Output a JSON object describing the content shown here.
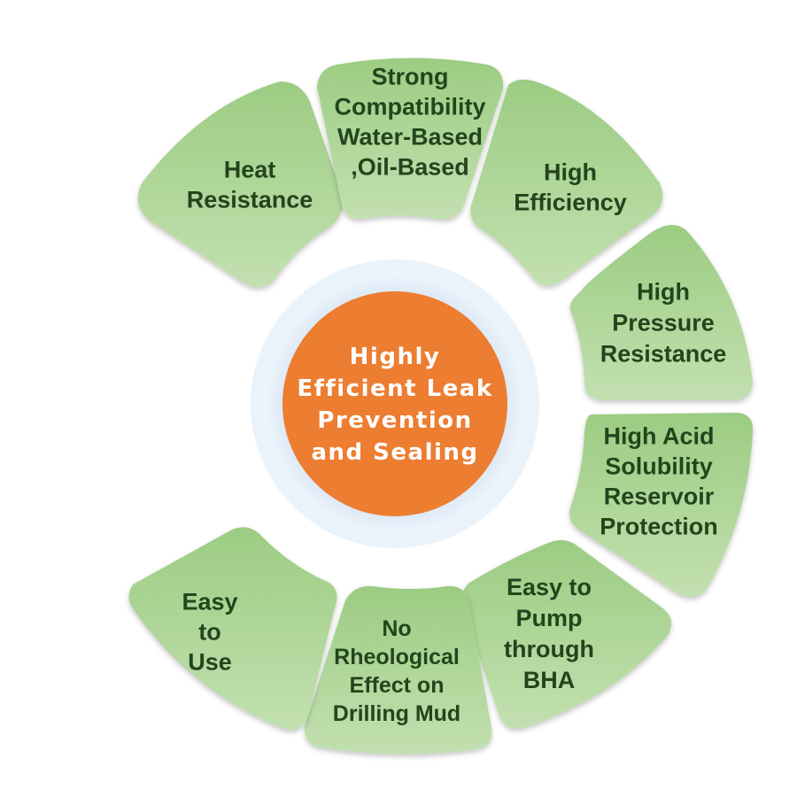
{
  "center": {
    "lines": [
      "Highly",
      "Efficient Leak",
      "Prevention",
      "and Sealing"
    ]
  },
  "features": [
    {
      "id": "heat-resistance",
      "lines": [
        "Heat",
        "Resistance"
      ]
    },
    {
      "id": "strong-compatibility",
      "lines": [
        "Strong",
        "Compatibility",
        "Water-Based",
        ",Oil-Based"
      ]
    },
    {
      "id": "high-efficiency",
      "lines": [
        "High",
        "Efficiency"
      ]
    },
    {
      "id": "high-pressure-resistance",
      "lines": [
        "High",
        "Pressure",
        "Resistance"
      ]
    },
    {
      "id": "high-acid-solubility",
      "lines": [
        "High Acid",
        "Solubility",
        "Reservoir",
        "Protection"
      ]
    },
    {
      "id": "easy-to-pump",
      "lines": [
        "Easy to",
        "Pump",
        "through",
        "BHA"
      ]
    },
    {
      "id": "no-rheological-effect",
      "lines": [
        "No",
        "Rheological",
        "Effect on",
        "Drilling Mud"
      ]
    },
    {
      "id": "easy-to-use",
      "lines": [
        "Easy",
        "to",
        "Use"
      ]
    }
  ],
  "colors": {
    "segment_top": "#9ccc82",
    "segment_bottom": "#c2e0b0",
    "segment_text": "#23451f",
    "center_fill": "#ed7d31",
    "center_text": "#ffffff",
    "halo_outer": "#eaf2fa",
    "halo_inner": "#cfe0f2"
  }
}
